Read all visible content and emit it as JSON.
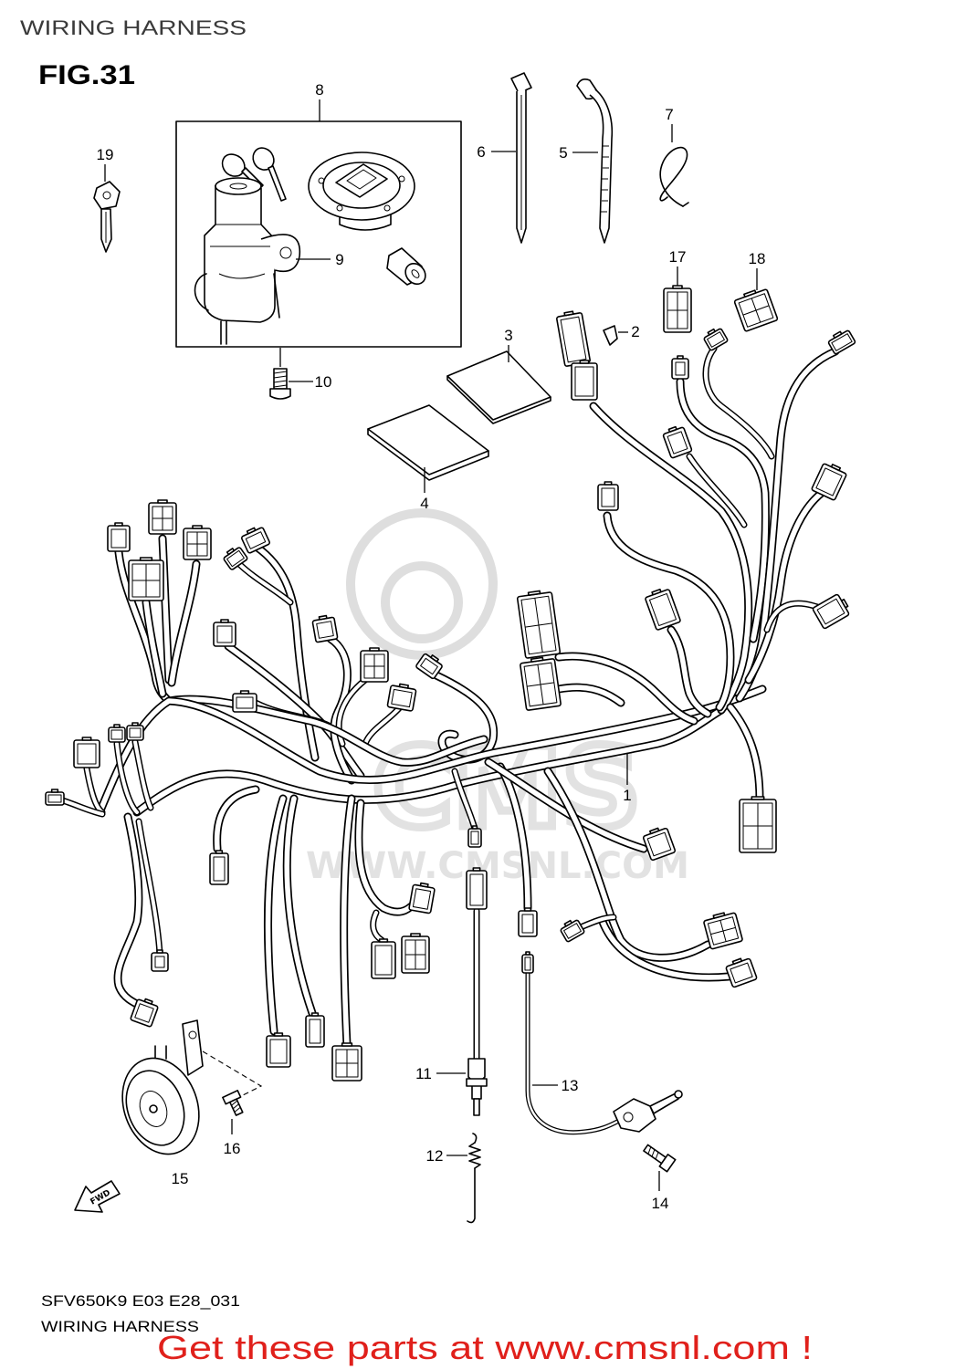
{
  "header": {
    "title": "WIRING HARNESS",
    "figure": "FIG.31"
  },
  "callouts": {
    "p1": "1",
    "p2": "2",
    "p3": "3",
    "p4": "4",
    "p5": "5",
    "p6": "6",
    "p7": "7",
    "p8": "8",
    "p9": "9",
    "p10": "10",
    "p11": "11",
    "p12": "12",
    "p13": "13",
    "p14": "14",
    "p15": "15",
    "p16": "16",
    "p17": "17",
    "p18": "18",
    "p19": "19"
  },
  "fwd": "FWD",
  "watermark": {
    "logo_text": "CMS",
    "url": "WWW.CMSNL.COM"
  },
  "footer": {
    "model_code": "SFV650K9 E03 E28_031",
    "caption": "WIRING HARNESS",
    "promo": "Get these parts at www.cmsnl.com !"
  },
  "colors": {
    "ink": "#000000",
    "title": "#3a3a3a",
    "promo": "#e0201b",
    "watermark": "#dedede"
  }
}
